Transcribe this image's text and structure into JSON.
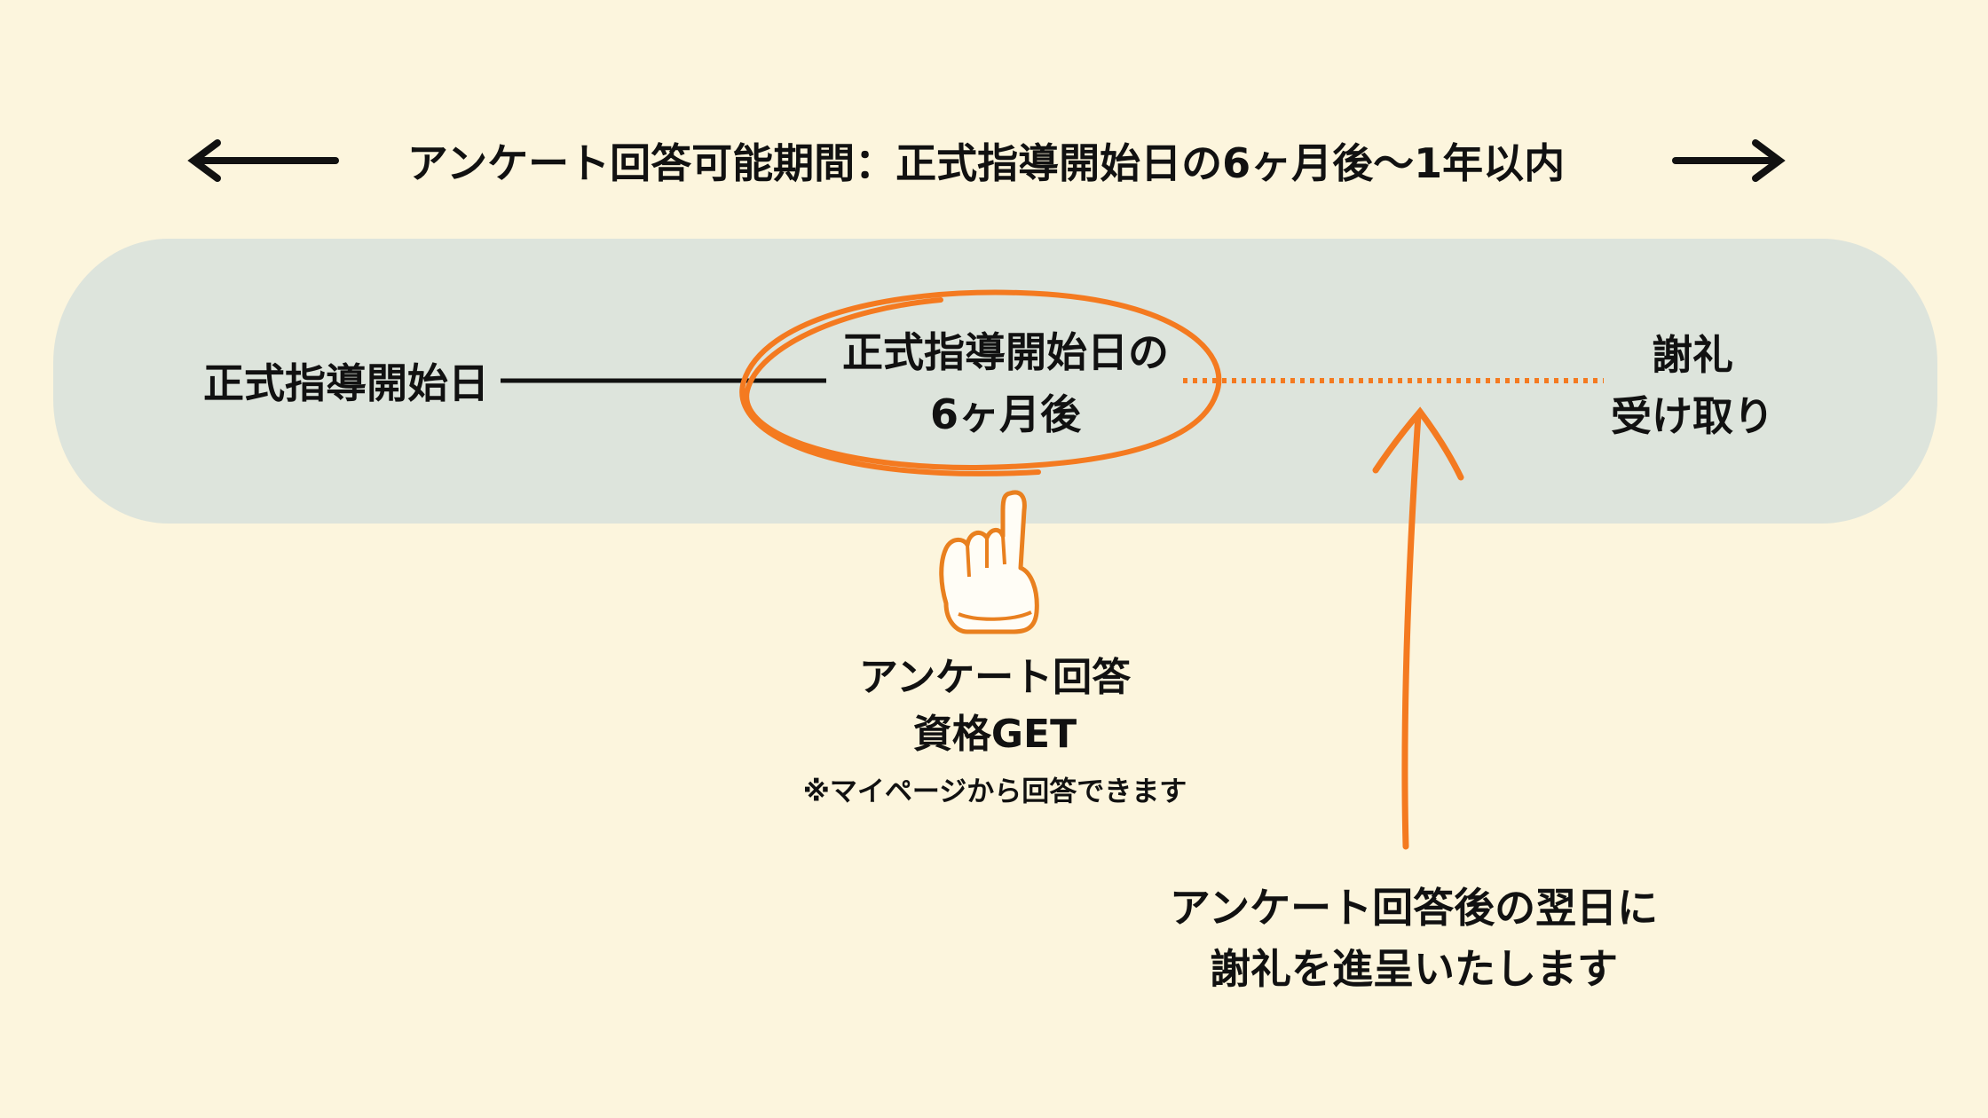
{
  "header": {
    "title": "アンケート回答可能期間：正式指導開始日の6ヶ月後〜1年以内"
  },
  "timeline": {
    "start_label": "正式指導開始日",
    "milestone_line1": "正式指導開始日の",
    "milestone_line2": "6ヶ月後",
    "reward_line1": "謝礼",
    "reward_line2": "受け取り"
  },
  "eligibility": {
    "line1": "アンケート回答",
    "line2": "資格GET",
    "note": "※マイページから回答できます",
    "icon": "pointing-hand-icon"
  },
  "reward_note": {
    "line1": "アンケート回答後の翌日に",
    "line2": "謝礼を進呈いたします"
  },
  "colors": {
    "background": "#fcf5dd",
    "band": "#dde4dc",
    "accent": "#f47a20",
    "text": "#111111"
  }
}
